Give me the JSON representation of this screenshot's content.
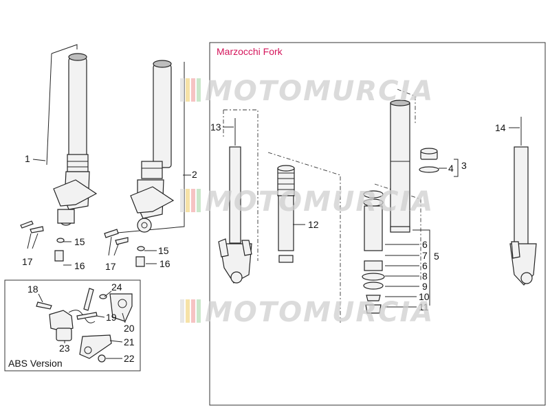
{
  "section_title": "Marzocchi Fork",
  "abs_label": "ABS Version",
  "watermark": "MOTOMURCIA",
  "colors": {
    "title": "#d4145a",
    "outline": "#222222",
    "watermark_text": "#cfcfcf",
    "watermark_stripes": [
      "#e0e0e0",
      "#f3d98a",
      "#f3b0b0",
      "#b9dfb9"
    ]
  },
  "callouts": {
    "c1": "1",
    "c2": "2",
    "c3": "3",
    "c4": "4",
    "c5": "5",
    "c6a": "6",
    "c6b": "6",
    "c7": "7",
    "c8": "8",
    "c9": "9",
    "c10": "10",
    "c11": "11",
    "c12": "12",
    "c13": "13",
    "c14": "14",
    "c15a": "15",
    "c15b": "15",
    "c16a": "16",
    "c16b": "16",
    "c17a": "17",
    "c17b": "17",
    "c18": "18",
    "c19": "19",
    "c20": "20",
    "c21": "21",
    "c22": "22",
    "c23": "23",
    "c24": "24"
  }
}
